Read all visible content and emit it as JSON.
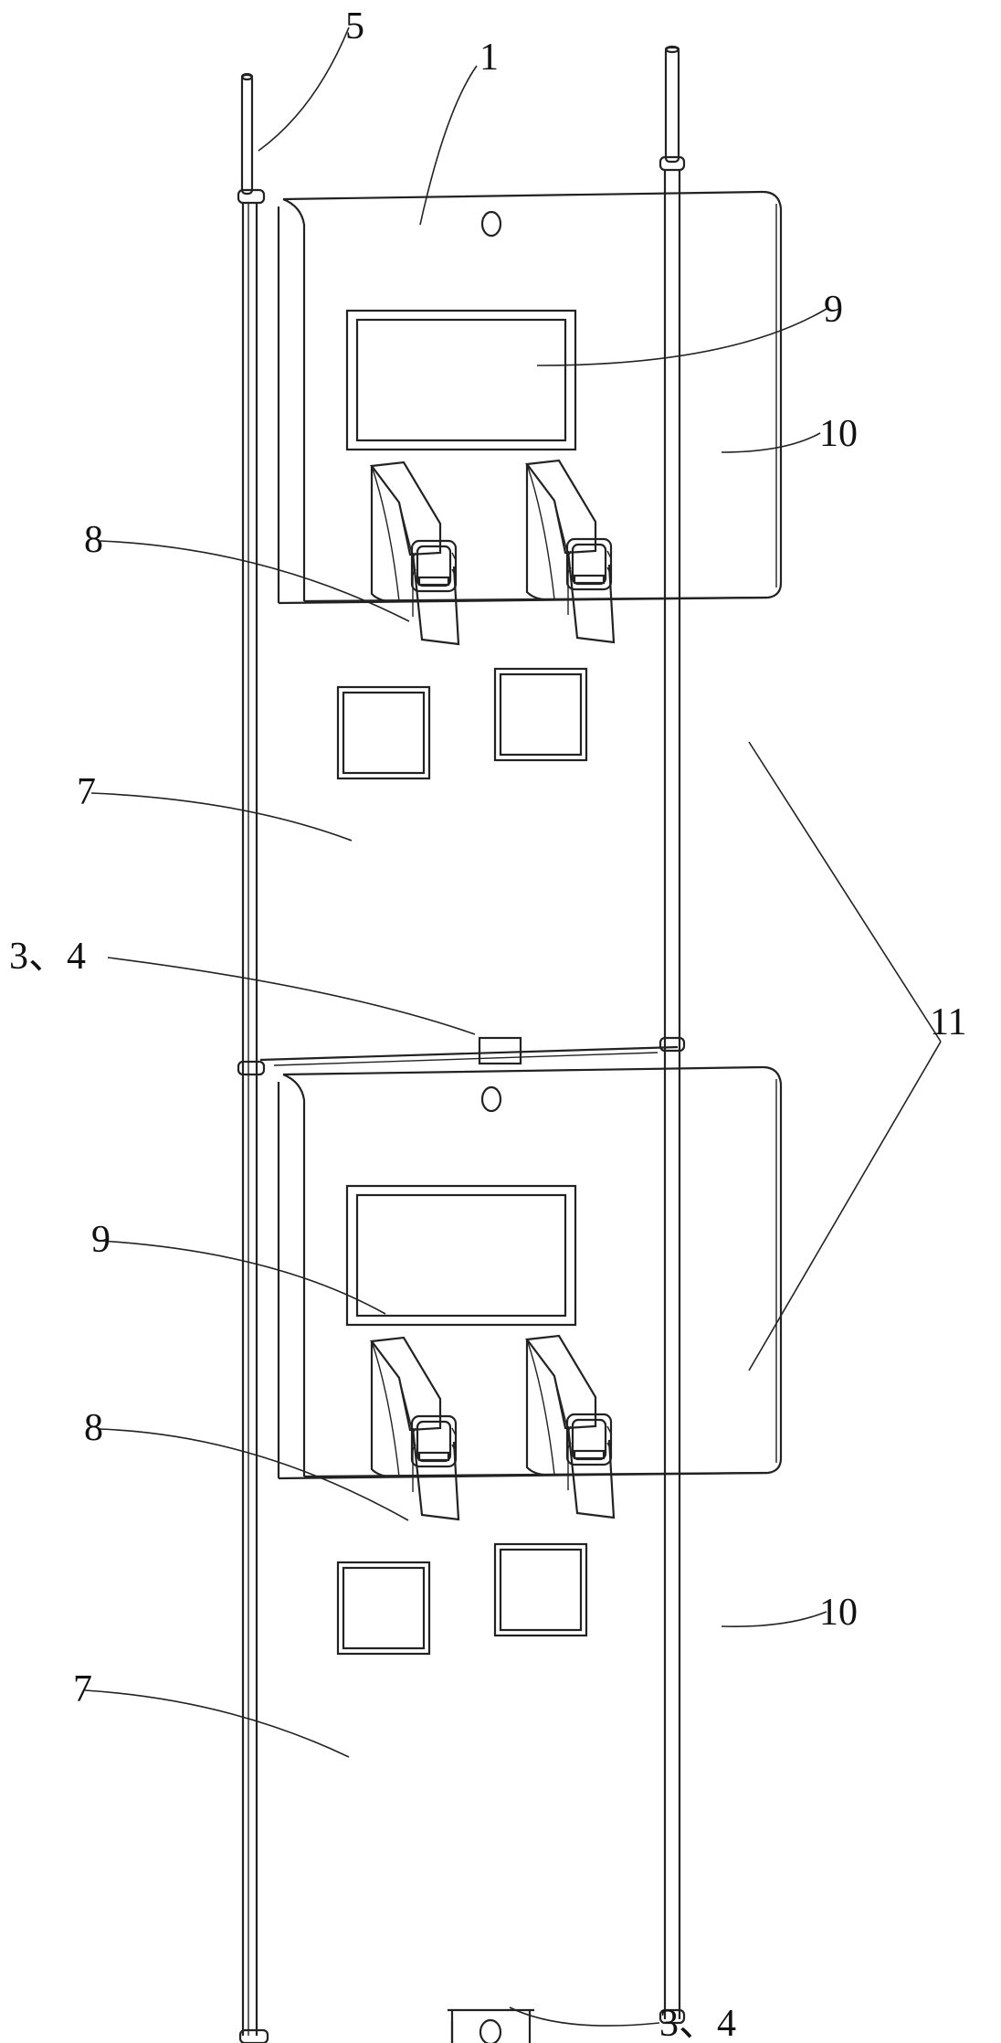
{
  "labels": {
    "rod": "5",
    "panel_body": "1",
    "window_top": "9",
    "side_flange_top": "10",
    "buckle_top": "8",
    "mesh_top": "7",
    "joint_middle": "3、4",
    "flange_pair": "11",
    "window_bottom": "9",
    "buckle_bottom": "8",
    "side_flange_bottom": "10",
    "mesh_bottom": "7",
    "joint_bottom": "3、4"
  }
}
